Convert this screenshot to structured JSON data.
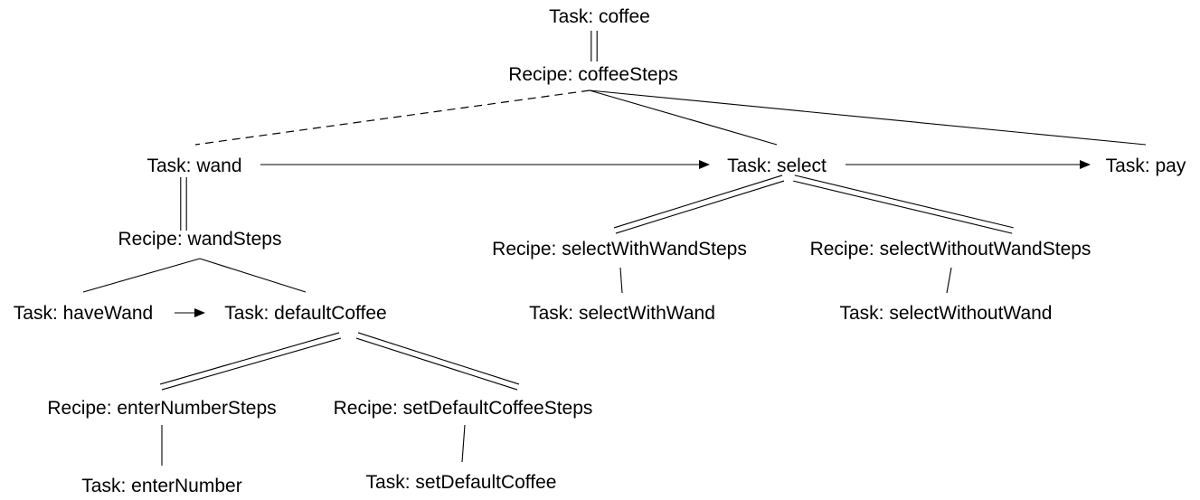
{
  "diagram": {
    "nodes": [
      {
        "id": "task-coffee",
        "label": "Task: coffee"
      },
      {
        "id": "recipe-coffeeSteps",
        "label": "Recipe: coffeeSteps"
      },
      {
        "id": "task-wand",
        "label": "Task: wand"
      },
      {
        "id": "task-select",
        "label": "Task: select"
      },
      {
        "id": "task-pay",
        "label": "Task: pay"
      },
      {
        "id": "recipe-wandSteps",
        "label": "Recipe: wandSteps"
      },
      {
        "id": "task-haveWand",
        "label": "Task: haveWand"
      },
      {
        "id": "task-defaultCoffee",
        "label": "Task: defaultCoffee"
      },
      {
        "id": "recipe-selectWithWandSteps",
        "label": "Recipe: selectWithWandSteps"
      },
      {
        "id": "recipe-selectWithoutWandSteps",
        "label": "Recipe: selectWithoutWandSteps"
      },
      {
        "id": "task-selectWithWand",
        "label": "Task: selectWithWand"
      },
      {
        "id": "task-selectWithoutWand",
        "label": "Task: selectWithoutWand"
      },
      {
        "id": "recipe-enterNumberSteps",
        "label": "Recipe: enterNumberSteps"
      },
      {
        "id": "recipe-setDefaultCoffeeSteps",
        "label": "Recipe: setDefaultCoffeeSteps"
      },
      {
        "id": "task-enterNumber",
        "label": "Task: enterNumber"
      },
      {
        "id": "task-setDefaultCoffee",
        "label": "Task: setDefaultCoffee"
      }
    ],
    "edges": [
      {
        "from": "task-coffee",
        "to": "recipe-coffeeSteps",
        "style": "double"
      },
      {
        "from": "recipe-coffeeSteps",
        "to": "task-wand",
        "style": "dashed"
      },
      {
        "from": "recipe-coffeeSteps",
        "to": "task-select",
        "style": "solid"
      },
      {
        "from": "recipe-coffeeSteps",
        "to": "task-pay",
        "style": "solid"
      },
      {
        "from": "task-wand",
        "to": "task-select",
        "style": "arrow"
      },
      {
        "from": "task-select",
        "to": "task-pay",
        "style": "arrow"
      },
      {
        "from": "task-wand",
        "to": "recipe-wandSteps",
        "style": "double"
      },
      {
        "from": "recipe-wandSteps",
        "to": "task-haveWand",
        "style": "solid"
      },
      {
        "from": "recipe-wandSteps",
        "to": "task-defaultCoffee",
        "style": "solid"
      },
      {
        "from": "task-haveWand",
        "to": "task-defaultCoffee",
        "style": "arrow"
      },
      {
        "from": "task-select",
        "to": "recipe-selectWithWandSteps",
        "style": "double"
      },
      {
        "from": "task-select",
        "to": "recipe-selectWithoutWandSteps",
        "style": "double"
      },
      {
        "from": "recipe-selectWithWandSteps",
        "to": "task-selectWithWand",
        "style": "solid"
      },
      {
        "from": "recipe-selectWithoutWandSteps",
        "to": "task-selectWithoutWand",
        "style": "solid"
      },
      {
        "from": "task-defaultCoffee",
        "to": "recipe-enterNumberSteps",
        "style": "double"
      },
      {
        "from": "task-defaultCoffee",
        "to": "recipe-setDefaultCoffeeSteps",
        "style": "double"
      },
      {
        "from": "recipe-enterNumberSteps",
        "to": "task-enterNumber",
        "style": "solid"
      },
      {
        "from": "recipe-setDefaultCoffeeSteps",
        "to": "task-setDefaultCoffee",
        "style": "solid"
      }
    ]
  }
}
